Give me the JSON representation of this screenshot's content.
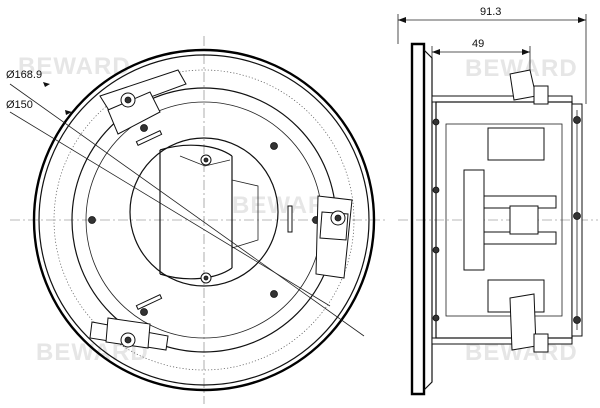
{
  "watermark": "BEWARD",
  "front_view": {
    "outer_diameter_label": "Ø168.9",
    "inner_diameter_label": "Ø150"
  },
  "side_view": {
    "overall_depth_label": "91.3",
    "body_depth_label": "49"
  },
  "colors": {
    "line": "#111111",
    "watermark": "#e6e6e6",
    "background": "#ffffff"
  }
}
